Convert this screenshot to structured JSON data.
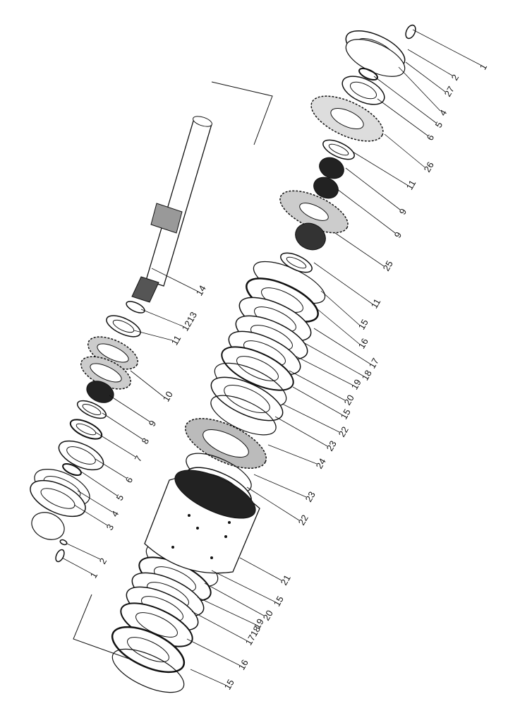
{
  "diagram": {
    "type": "exploded-parts-view",
    "right_assembly_callouts": [
      "1",
      "2",
      "27",
      "4",
      "5",
      "6",
      "26",
      "11",
      "9",
      "9",
      "25",
      "11",
      "15",
      "16",
      "17",
      "18",
      "19",
      "20",
      "15",
      "22",
      "23",
      "24",
      "23",
      "22",
      "21",
      "15",
      "20",
      "19",
      "1718",
      "16",
      "15"
    ],
    "left_assembly_callouts": [
      "14",
      "1213",
      "11",
      "10",
      "9",
      "8",
      "7",
      "6",
      "5",
      "4",
      "3",
      "2",
      "1"
    ]
  }
}
